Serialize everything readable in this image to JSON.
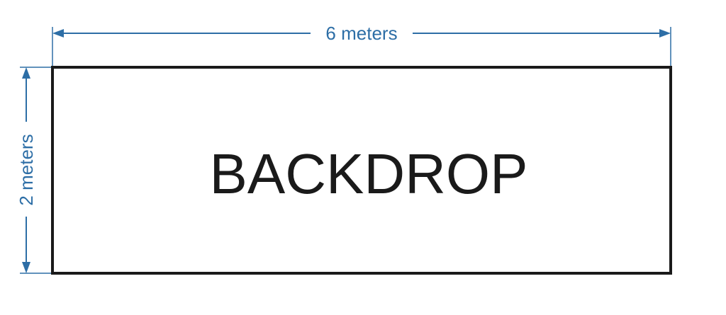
{
  "backdrop": {
    "label": "BACKDROP"
  },
  "dimensions": {
    "width_label": "6 meters",
    "height_label": "2 meters"
  },
  "colors": {
    "dimension": "#2d6ea6",
    "outline": "#1a1a1a",
    "background": "#ffffff"
  }
}
